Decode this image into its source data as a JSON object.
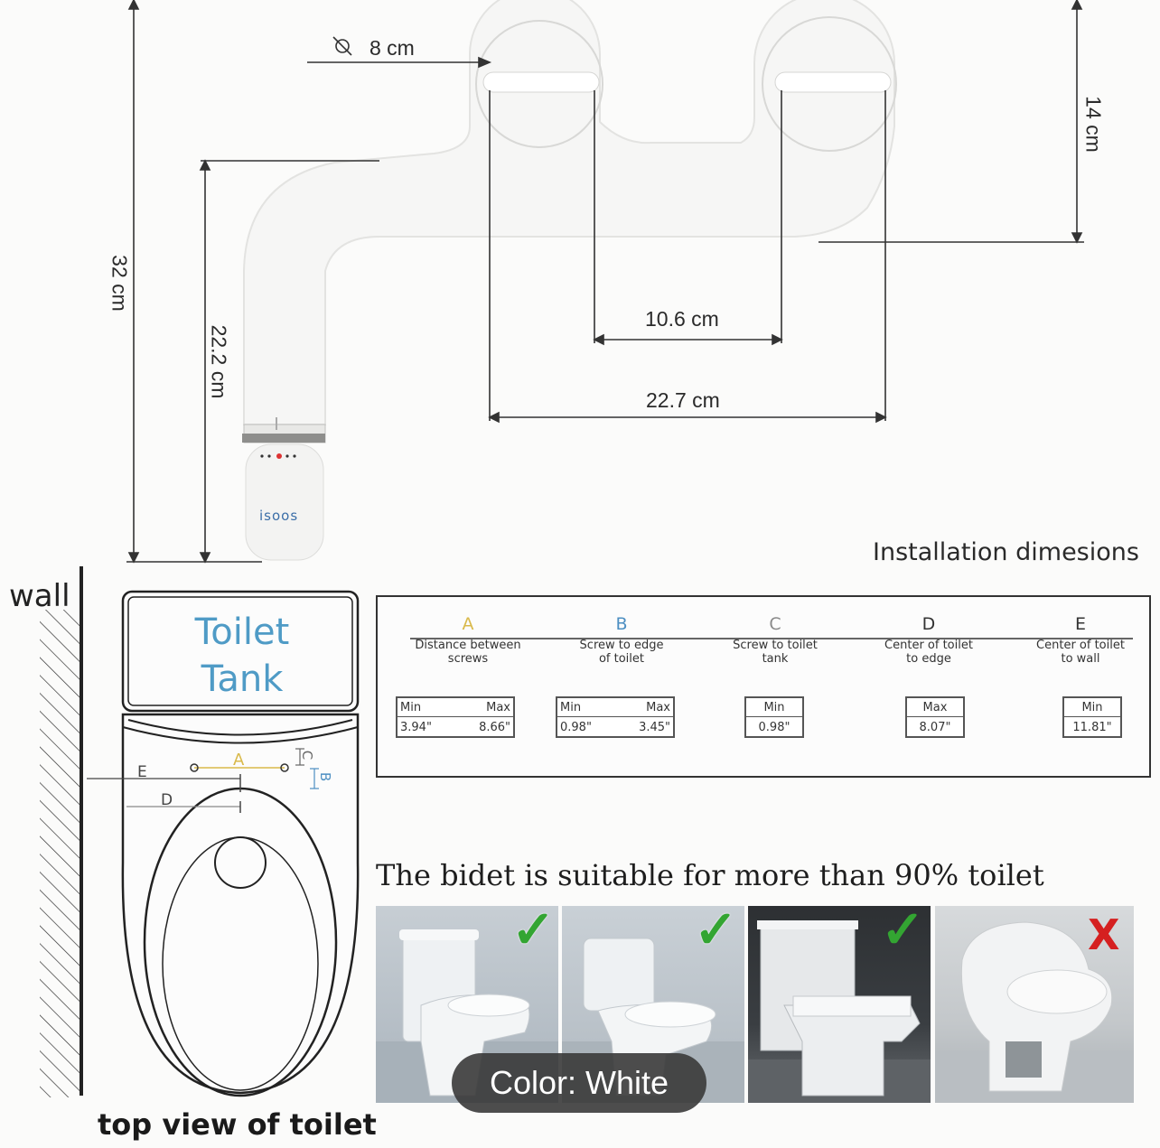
{
  "bidet_dimensions": {
    "hole_diameter": "8 cm",
    "total_length": "32 cm",
    "arm_length": "22.2 cm",
    "depth": "14 cm",
    "inner_distance": "10.6 cm",
    "outer_distance": "22.7 cm",
    "brand_logo": "isoos"
  },
  "installation_title": "Installation dimesions",
  "dimension_table": [
    {
      "letter": "A",
      "letter_color": "#d9b94a",
      "desc": [
        "Distance between",
        "screws"
      ],
      "headers": [
        "Min",
        "Max"
      ],
      "values": [
        "3.94\"",
        "8.66\""
      ]
    },
    {
      "letter": "B",
      "letter_color": "#4d8fc2",
      "desc": [
        "Screw to edge",
        "of toilet"
      ],
      "headers": [
        "Min",
        "Max"
      ],
      "values": [
        "0.98\"",
        "3.45\""
      ]
    },
    {
      "letter": "C",
      "letter_color": "#8a8a8a",
      "desc": [
        "Screw to toilet",
        "tank"
      ],
      "headers": [
        "Min"
      ],
      "values": [
        "0.98\""
      ]
    },
    {
      "letter": "D",
      "letter_color": "#333333",
      "desc": [
        "Center of toilet",
        "to edge"
      ],
      "headers": [
        "Max"
      ],
      "values": [
        "8.07\""
      ]
    },
    {
      "letter": "E",
      "letter_color": "#333333",
      "desc": [
        "Center of toilet",
        "to wall"
      ],
      "headers": [
        "Min"
      ],
      "values": [
        "11.81\""
      ]
    }
  ],
  "top_view": {
    "wall_label": "wall",
    "tank_label": [
      "Toilet",
      "Tank"
    ],
    "caption": "top view of toilet",
    "markers": {
      "a": "A",
      "b": "B",
      "c": "C",
      "d": "D",
      "e": "E"
    }
  },
  "suitability": {
    "headline": "The bidet is suitable for more than 90% toilet",
    "photos": [
      {
        "name": "one-piece-toilet",
        "suitable": true
      },
      {
        "name": "two-piece-toilet",
        "suitable": true
      },
      {
        "name": "square-toilet",
        "suitable": true
      },
      {
        "name": "round-skirted-toilet",
        "suitable": false
      }
    ],
    "check_mark": "✓",
    "cross_mark": "X"
  },
  "color_badge": "Color: White",
  "colors": {
    "check": "#33a532",
    "cross": "#d52020",
    "tank_text": "#4f9bc6"
  }
}
